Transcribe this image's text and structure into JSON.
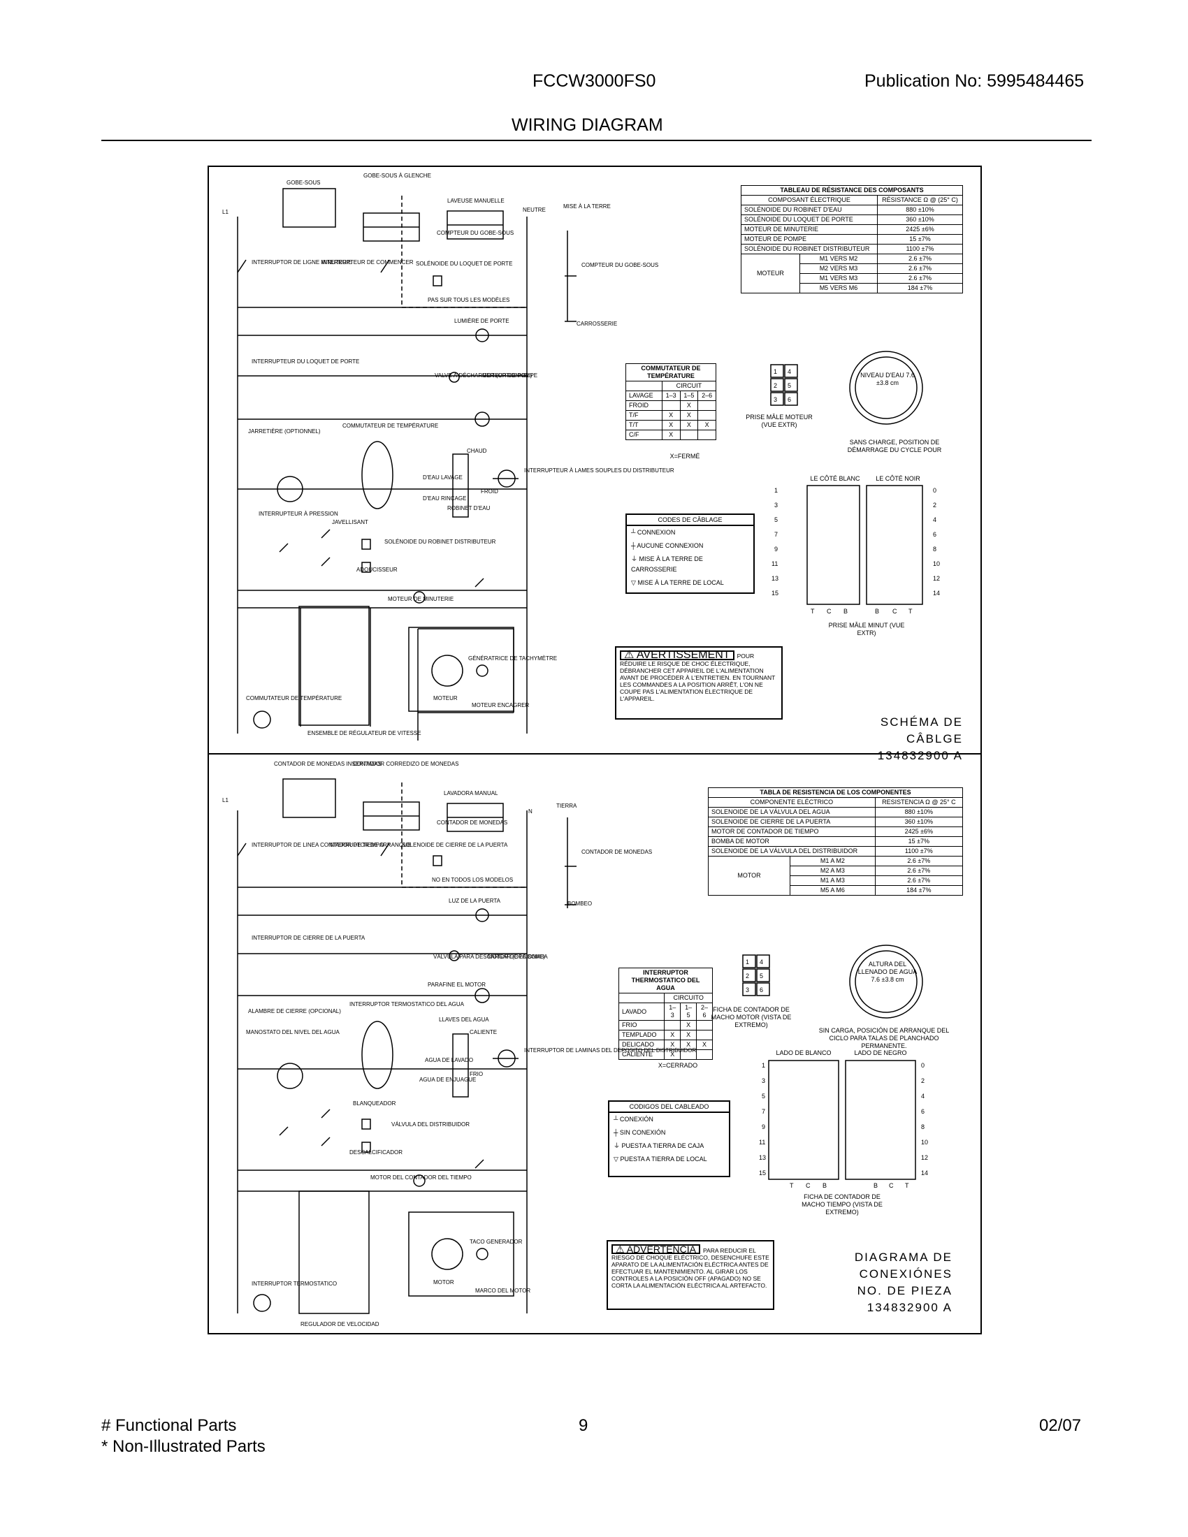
{
  "header": {
    "model": "FCCW3000FS0",
    "publication": "Publication No:  5995484465",
    "title": "WIRING DIAGRAM"
  },
  "footer": {
    "functional": "# Functional Parts",
    "non_illustrated": "* Non-Illustrated Parts",
    "page": "9",
    "date": "02/07"
  },
  "french": {
    "table_title": "TABLEAU DE RÉSISTANCE DES COMPOSANTS",
    "table_head_component": "COMPOSANT ÉLECTRIQUE",
    "table_head_resistance": "RÉSISTANCE Ω @ (25° C)",
    "rows": [
      {
        "name": "SOLÉNOIDE DU ROBINET D'EAU",
        "value": "880 ±10%"
      },
      {
        "name": "SOLÉNOIDE DU LOQUET DE PORTE",
        "value": "360 ±10%"
      },
      {
        "name": "MOTEUR DE MINUTERIE",
        "value": "2425 ±6%"
      },
      {
        "name": "MOTEUR DE POMPE",
        "value": "15 ±7%"
      },
      {
        "name": "SOLÉNOIDE DU ROBINET DISTRIBUTEUR",
        "value": "1100 ±7%"
      }
    ],
    "motor_label": "MOTEUR",
    "motor_rows": [
      {
        "pair": "M1 VERS M2",
        "value": "2.6 ±7%"
      },
      {
        "pair": "M2 VERS M3",
        "value": "2.6 ±7%"
      },
      {
        "pair": "M1 VERS M3",
        "value": "2.6 ±7%"
      },
      {
        "pair": "M5 VERS M6",
        "value": "184 ±7%"
      }
    ],
    "switch_title": "COMMUTATEUR DE TEMPÉRATURE",
    "switch_circuit": "CIRCUIT",
    "switch_cols": [
      "1–3",
      "1–5",
      "2–6"
    ],
    "switch_rows": [
      {
        "label": "LAVAGE",
        "marks": [
          "1–3",
          "1–5",
          "2–6"
        ]
      },
      {
        "label": "FROID",
        "marks": [
          "",
          "X",
          ""
        ]
      },
      {
        "label": "T/F",
        "marks": [
          "X",
          "X",
          ""
        ]
      },
      {
        "label": "T/T",
        "marks": [
          "X",
          "X",
          "X"
        ]
      },
      {
        "label": "C/F",
        "marks": [
          "X",
          "",
          ""
        ]
      }
    ],
    "closed_note": "X=FERMÉ",
    "plug_label": "PRISE MÂLE MOTEUR (VUE EXTR)",
    "level_label": "NIVEAU D'EAU 7.6 ±3.8 cm",
    "level_note": "SANS CHARGE, POSITION DE DÉMARRAGE DU CYCLE POUR",
    "codes_title": "CODES DE CÂBLAGE",
    "codes": [
      "CONNEXION",
      "AUCUNE CONNEXION",
      "MISE À LA TERRE DE CARROSSERIE",
      "MISE À LA TERRE DE LOCAL"
    ],
    "timer_white": "LE CÔTÉ BLANC",
    "timer_black": "LE CÔTÉ NOIR",
    "timer_plug": "PRISE MÂLE MINUT (VUE EXTR)",
    "warning_title": "AVERTISSEMENT",
    "warning_text": "POUR RÉDUIRE LE RISQUE DE CHOC ÉLECTRIQUE, DÉBRANCHER CET APPAREIL DE L'ALIMENTATION AVANT DE PROCÉDER À L'ENTRETIEN. EN TOURNANT LES COMMANDES A LA POSITION ARRÊT, L'ON NE COUPE PAS L'ALIMENTATION ÉLECTRIQUE DE L'APPAREIL.",
    "stamp1": "SCHÉMA DE CÂBLGE",
    "stamp2": "134832900 A"
  },
  "spanish": {
    "table_title": "TABLA DE RESISTENCIA DE LOS COMPONENTES",
    "table_head_component": "COMPONENTE ELÉCTRICO",
    "table_head_resistance": "RESISTENCIA Ω @ 25° C",
    "rows": [
      {
        "name": "SOLENOIDE DE LA VÁLVULA DEL AGUA",
        "value": "880 ±10%"
      },
      {
        "name": "SOLENOIDE DE CIERRE DE LA PUERTA",
        "value": "360 ±10%"
      },
      {
        "name": "MOTOR DE CONTADOR DE TIEMPO",
        "value": "2425 ±6%"
      },
      {
        "name": "BOMBA DE MOTOR",
        "value": "15 ±7%"
      },
      {
        "name": "SOLENOIDE DE LA VÁLVULA DEL DISTRIBUIDOR",
        "value": "1100 ±7%"
      }
    ],
    "motor_label": "MOTOR",
    "motor_rows": [
      {
        "pair": "M1 A M2",
        "value": "2.6 ±7%"
      },
      {
        "pair": "M2 A M3",
        "value": "2.6 ±7%"
      },
      {
        "pair": "M1 A M3",
        "value": "2.6 ±7%"
      },
      {
        "pair": "M5 A M6",
        "value": "184 ±7%"
      }
    ],
    "switch_title": "INTERRUPTOR THERMOSTATICO DEL AGUA",
    "switch_circuit": "CIRCUITO",
    "switch_cols": [
      "1–3",
      "1–5",
      "2–6"
    ],
    "switch_rows": [
      {
        "label": "LAVADO",
        "marks": [
          "1–3",
          "1–5",
          "2–6"
        ]
      },
      {
        "label": "FRIO",
        "marks": [
          "",
          "X",
          ""
        ]
      },
      {
        "label": "TEMPLADO",
        "marks": [
          "X",
          "X",
          ""
        ]
      },
      {
        "label": "DELICADO",
        "marks": [
          "X",
          "X",
          "X"
        ]
      },
      {
        "label": "CALIENTE",
        "marks": [
          "X",
          "",
          ""
        ]
      }
    ],
    "closed_note": "X=CERRADO",
    "plug_label": "FICHA DE CONTADOR DE MACHO MOTOR (VISTA DE EXTREMO)",
    "level_label": "ALTURA DEL LLENADO DE AGUA 7.6 ±3.8 cm",
    "level_note": "SIN CARGA, POSICIÓN DE ARRANQUE DEL CICLO PARA TALAS DE PLANCHADO PERMANENTE.",
    "codes_title": "CODIGOS DEL CABLEADO",
    "codes": [
      "CONEXIÓN",
      "SIN CONEXIÓN",
      "PUESTA A TIERRA DE CAJA",
      "PUESTA A TIERRA DE LOCAL"
    ],
    "timer_white": "LADO DE BLANCO",
    "timer_black": "LADO DE NEGRO",
    "timer_plug": "FICHA DE CONTADOR DE MACHO TIEMPO (VISTA DE EXTREMO)",
    "warning_title": "ADVERTENCIA",
    "warning_text": "PARA REDUCIR EL RIESGO DE CHOQUE ELÉCTRICO, DESENCHUFE ESTE APARATO DE LA ALIMENTACIÓN ELÉCTRICA ANTES DE EFECTUAR EL MANTENIMIENTO. AL GIRAR LOS CONTROLES A LA POSICIÓN OFF (APAGADO) NO SE CORTA LA ALIMENTACIÓN ELÉCTRICA AL ARTEFACTO.",
    "stamp1": "DIAGRAMA DE",
    "stamp2": "CONEXIÓNES",
    "stamp3": "NO. DE PIEZA",
    "stamp4": "134832900 A"
  },
  "schematic_labels_fr": {
    "l1": "L1",
    "neutre": "NEUTRE",
    "terre": "MISE À LA TERRE",
    "coin1": "GOBE-SOUS",
    "coin2": "GOBE-SOUS À GLENCHE",
    "manual": "LAVEUSE MANUELLE",
    "counter": "COMPTEUR DU GOBE-SOUS",
    "counter2": "COMPTEUR DU GOBE-SOUS",
    "line_switch": "INTERRUPTOR DE LIGNE MINUTERIE",
    "start_switch": "INTERRUPTEUR DE COMMENCER",
    "lock_solenoid": "SOLÉNOIDE DU LOQUET DE PORTE",
    "not_all": "PAS SUR TOUS LES MODÈLES",
    "door_light": "LUMIÈRE DE PORTE",
    "carrosserie": "CARROSSERIE",
    "door_lock": "INTERRUPTEUR DU LOQUET DE PORTE",
    "valve": "VALVE À DÉCHARGER (OPTIONNEL)",
    "pump": "MOTEUR DE POMPE",
    "jumper": "JARRETIÈRE (OPTIONNEL)",
    "temp_switch": "COMMUTATEUR DE TEMPÉRATURE",
    "hot": "CHAUD",
    "cold": "FROID",
    "wash": "D'EAU LAVAGE",
    "rinse": "D'EAU RINÇAGE",
    "water_valve": "ROBINET D'EAU",
    "reed": "INTERRUPTEUR À LAMES SOUPLES DU DISTRIBUTEUR",
    "pressure": "INTERRUPTEUR À PRESSION",
    "bleach": "JAVELLISANT",
    "softener": "ADOUCISSEUR",
    "dispenser": "SOLÉNOIDE DU ROBINET DISTRIBUTEUR",
    "timer_motor": "MOTEUR DE MINUTERIE",
    "speed": "ENSEMBLE DE RÉGULATEUR DE VITESSE",
    "tach": "GÉNÉRATRICE DE TACHYMÈTRE",
    "motor": "MOTEUR",
    "motor_enc": "MOTEUR ENCAGRER",
    "temp_switch2": "COMMUTATEUR DE TEMPÉRATURE"
  },
  "schematic_labels_es": {
    "l1": "L1",
    "n": "N",
    "tierra": "TIERRA",
    "coin1": "CONTADOR DE MONEDAS INSERTADAS",
    "coin2": "CONTADOR CORREDIZO DE MONEDAS",
    "manual": "LAVADORA MANUAL",
    "counter": "CONTADOR DE MONEDAS",
    "counter2": "CONTADOR DE MONEDAS",
    "line_switch": "INTERRUPTOR DE LINEA CONTADOR DE TIEMPO",
    "start_switch": "INTERRUPTOR DE ARRANQUE",
    "lock_solenoid": "SOLENOIDE DE CIERRE DE LA PUERTA",
    "not_all": "NO EN TODOS LOS MODELOS",
    "door_light": "LUZ DE LA PUERTA",
    "bombeo": "BOMBEO",
    "door_lock": "INTERRUPTOR DE CIERRE DE LA PUERTA",
    "valve": "VÁLVULA PARA DESCARGAR (OPCIONAL)",
    "pump": "MOTOR DE LA BOMBA",
    "stop_motor": "PARAFINE EL MOTOR",
    "jumper": "ALAMBRE DE CIERRE (OPCIONAL)",
    "manostat": "MANOSTATO DEL NIVEL DEL AGUA",
    "temp_switch": "INTERRUPTOR TERMOSTATICO DEL AGUA",
    "valves": "LLAVES DEL AGUA",
    "hot": "CALIENTE",
    "cold": "FRIO",
    "wash": "AGUA DE LAVADO",
    "rinse": "AGUA DE ENJUAGUE",
    "reed": "INTERRUPTOR DE LAMINAS DEL DEPOSITO DEL DISTRIBUIDOR",
    "bleach": "BLANQUEADOR",
    "softener": "DESCALCIFICADOR",
    "dispenser": "VÁLVULA DEL DISTRIBUIDOR",
    "timer_motor": "MOTOR DEL CONTADOR DEL TIEMPO",
    "speed": "REGULADOR DE VELOCIDAD",
    "tach": "TACO GENERADOR",
    "motor": "MOTOR",
    "frame": "MARCO DEL MOTOR",
    "temp_switch2": "INTERRUPTOR TERMOSTATICO"
  }
}
